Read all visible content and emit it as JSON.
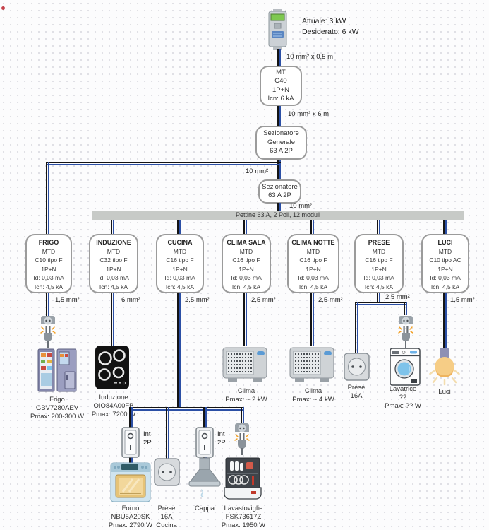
{
  "meter": {
    "line1": "Attuale: 3 kW",
    "line2": "Desiderato: 6 kW"
  },
  "wires": {
    "meter_to_mt": "10 mm² x 0,5 m",
    "mt_to_sez": "10 mm² x 6 m",
    "frigo_feed": "10 mm²",
    "sez_to_pettine": "10 mm²"
  },
  "boxes": {
    "mt": [
      "MT",
      "C40",
      "1P+N",
      "Icn: 6 kA"
    ],
    "sez_generale": [
      "Sezionatore",
      "Generale",
      "63 A 2P"
    ],
    "sezionatore": [
      "Sezionatore",
      "63 A 2P"
    ]
  },
  "pettine_label": "Pettine 63 A, 2 Poli, 12 moduli",
  "circuits": [
    {
      "name": "FRIGO",
      "specs": [
        "MTD",
        "C10 tipo F",
        "1P+N",
        "Id: 0,03 mA",
        "Icn: 4,5 kA"
      ],
      "wire": "1,5 mm²"
    },
    {
      "name": "INDUZIONE",
      "specs": [
        "MTD",
        "C32 tipo F",
        "1P+N",
        "Id: 0,03 mA",
        "Icn: 4,5 kA"
      ],
      "wire": "6 mm²"
    },
    {
      "name": "CUCINA",
      "specs": [
        "MTD",
        "C16 tipo F",
        "1P+N",
        "Id: 0,03 mA",
        "Icn: 4,5 kA"
      ],
      "wire": "2,5 mm²"
    },
    {
      "name": "CLIMA SALA",
      "specs": [
        "MTD",
        "C16 tipo F",
        "1P+N",
        "Id: 0,03 mA",
        "Icn: 4,5 kA"
      ],
      "wire": "2,5 mm²"
    },
    {
      "name": "CLIMA NOTTE",
      "specs": [
        "MTD",
        "C16 tipo F",
        "1P+N",
        "Id: 0,03 mA",
        "Icn: 4,5 kA"
      ],
      "wire": "2,5 mm²"
    },
    {
      "name": "PRESE",
      "specs": [
        "MTD",
        "C16 tipo F",
        "1P+N",
        "Id: 0,03 mA",
        "Icn: 4,5 kA"
      ],
      "wire": "2,5 mm²"
    },
    {
      "name": "LUCI",
      "specs": [
        "MTD",
        "C10 tipo AC",
        "1P+N",
        "Id: 0,03 mA",
        "Icn: 4,5 kA"
      ],
      "wire": "1,5 mm²"
    }
  ],
  "switch_label": [
    "Int",
    "2P"
  ],
  "loads": {
    "frigo": [
      "Frigo",
      "GBV7280AEV",
      "Pmax: 200-300 W"
    ],
    "induzione": [
      "Induzione",
      "OIO84A00FB",
      "Pmax: 7200 W"
    ],
    "clima_sala": [
      "Clima",
      "Pmax: ~ 2 kW"
    ],
    "clima_notte": [
      "Clima",
      "Pmax: ~ 4 kW"
    ],
    "prese": [
      "Prese",
      "16A"
    ],
    "lavatrice": [
      "Lavatrice",
      "??",
      "Pmax: ?? W"
    ],
    "luci": [
      "Luci"
    ],
    "forno": [
      "Forno",
      "NBU5A20SK",
      "Pmax: 2790 W"
    ],
    "prese_cucina": [
      "Prese",
      "16A",
      "Cucina"
    ],
    "cappa": [
      "Cappa"
    ],
    "lavastoviglie": [
      "Lavastoviglie",
      "FSK73617Z",
      "Pmax: 1950 W"
    ]
  },
  "colors": {
    "wire_phase": "#141414",
    "wire_neutral": "#2b4fa5",
    "box_border": "#9b9b9b",
    "pettine_bg": "#c7cac7",
    "spark_orange": "#f2a024",
    "marker_red": "#c5404a"
  }
}
